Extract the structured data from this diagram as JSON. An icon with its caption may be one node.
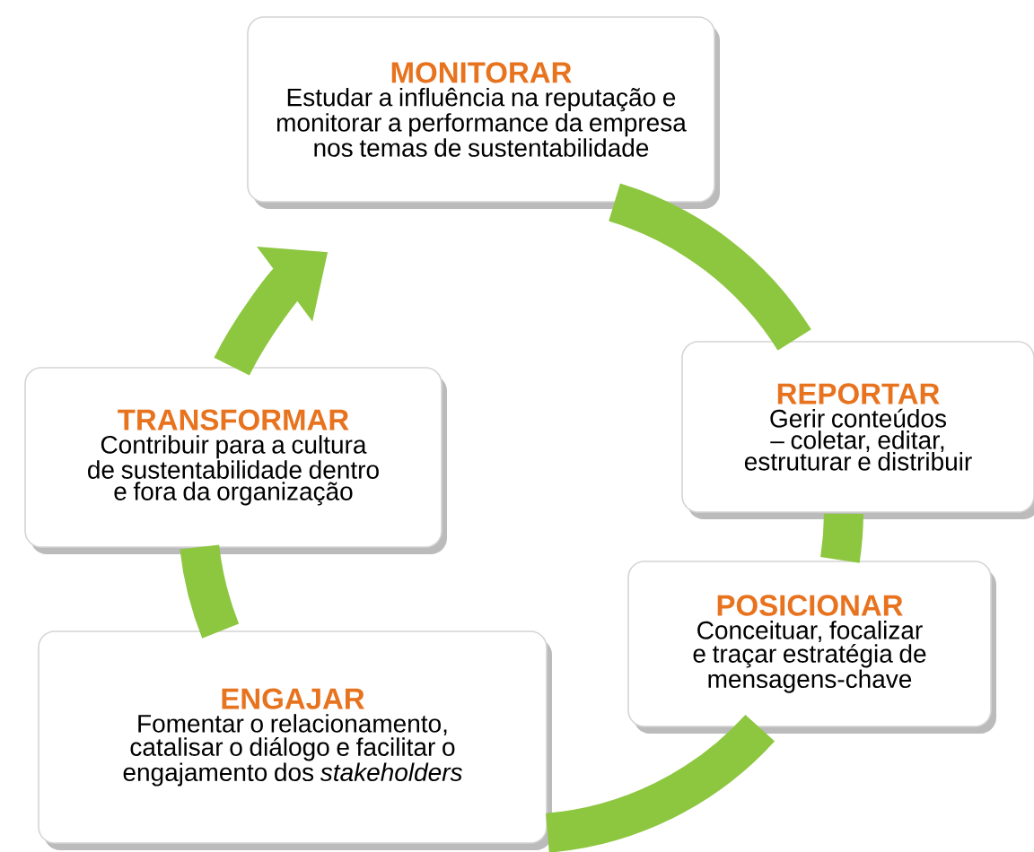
{
  "diagram": {
    "nodes": [
      {
        "text": [
          "MONITORAR",
          "Estudar a influência na reputação e monitorar a performance da empresa nos temas de sustentabilidade"
        ]
      },
      {
        "text": [
          "REPORTAR",
          "Gerir conteúdos – coletar, editar, estruturar e distribuir"
        ]
      },
      {
        "text": [
          "POSICIONAR",
          "Conceituar, focalizar e traçar estratégia de mensagens-chave"
        ]
      },
      {
        "text": [
          "ENGAJAR",
          "Fomentar o relacionamento, catalisar o diálogo e facilitar o engajamento dos *stakeholders*"
        ]
      },
      {
        "text": [
          "TRANSFORMAR",
          "Contribuir para a cultura de sustentabilidade dentro e fora da organização"
        ]
      }
    ],
    "edges": [
      {
        "from": 0,
        "to": 1,
        "arrow": "none"
      },
      {
        "from": 1,
        "to": 2,
        "arrow": "none"
      },
      {
        "from": 2,
        "to": 3,
        "arrow": "none"
      },
      {
        "from": 3,
        "to": 4,
        "arrow": "none"
      },
      {
        "from": 4,
        "to": 0,
        "arrow": "to"
      }
    ]
  }
}
